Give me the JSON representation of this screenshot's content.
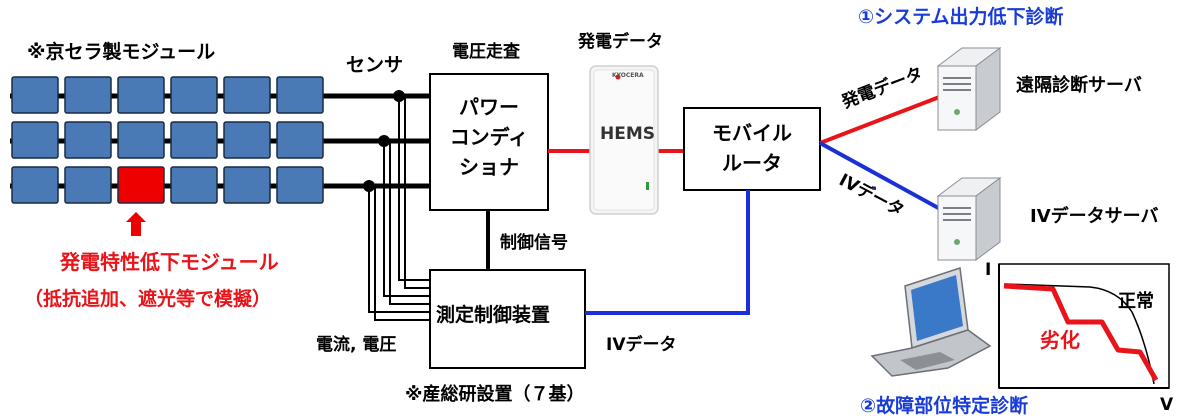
{
  "module_note": "※京セラ製モジュール",
  "sensor_label": "センサ",
  "voltage_scan_label": "電圧走査",
  "gen_data_top_label": "発電データ",
  "pcs_lines": [
    "パワー",
    "コンディ",
    "ショナ"
  ],
  "hems_label": "HEMS",
  "hems_brand": "KYOCERA",
  "router_lines": [
    "モバイル",
    "ルータ"
  ],
  "control_signal_label": "制御信号",
  "measure_label": "測定制御装置",
  "current_voltage_label": "電流, 電圧",
  "aist_note": "※産総研設置（７基）",
  "iv_data_bottom_label": "IVデータ",
  "degraded_module_lines": [
    "発電特性低下モジュール",
    "（抵抗追加、遮光等で模擬）"
  ],
  "diag1_title": "①システム出力低下診断",
  "gen_data_diag_label": "発電データ",
  "iv_data_diag_label": "IVデータ",
  "remote_server_label": "遠隔診断サーバ",
  "iv_server_label": "IVデータサーバ",
  "diag2_title": "②故障部位特定診断",
  "graph": {
    "i_axis_label": "I",
    "v_axis_label": "V",
    "normal_label": "正常",
    "degraded_label": "劣化"
  },
  "colors": {
    "module_fill": "#4a7ab5",
    "degraded_module": "#ee0000",
    "red_line": "#e8141a",
    "blue_line": "#1a2fd8",
    "diag_title": "#1a3cd6",
    "red_text": "#e8141a"
  },
  "modules": {
    "rows": 3,
    "cols": 6,
    "degraded": {
      "row": 3,
      "col": 3
    }
  }
}
